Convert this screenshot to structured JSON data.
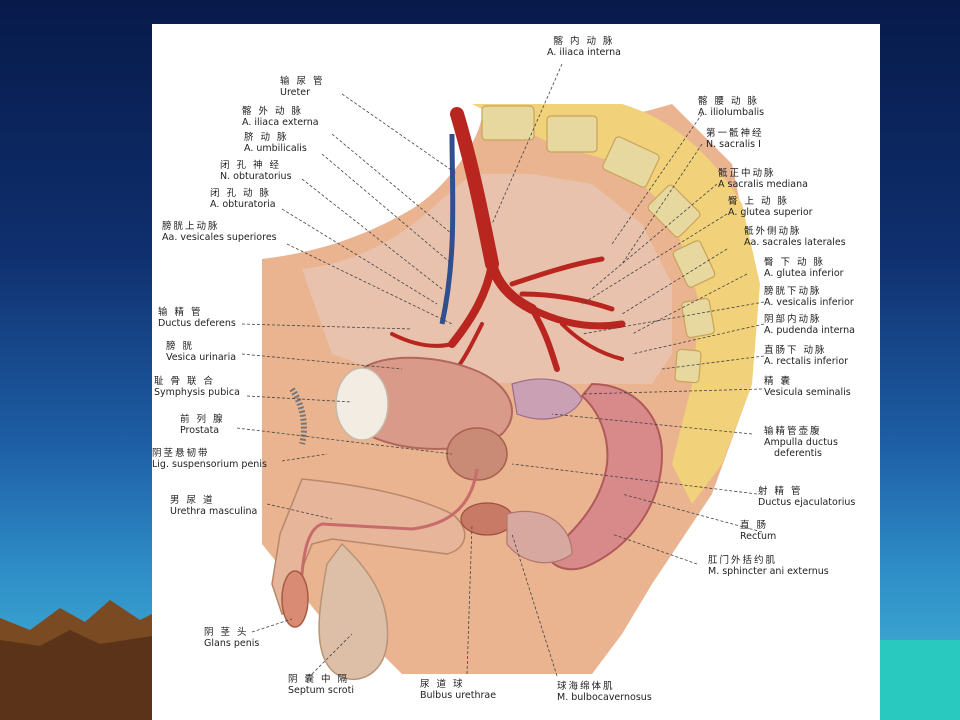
{
  "labels": {
    "iliaca_interna": {
      "cn": "髂 内 动 脉",
      "la": "A. iliaca interna"
    },
    "ureter": {
      "cn": "输 尿 管",
      "la": "Ureter"
    },
    "iliaca_externa": {
      "cn": "髂 外 动 脉",
      "la": "A. iliaca externa"
    },
    "umbilicalis": {
      "cn": "脐 动 脉",
      "la": "A. umbilicalis"
    },
    "n_obturatorius": {
      "cn": "闭 孔 神 经",
      "la": "N. obturatorius"
    },
    "a_obturatoria": {
      "cn": "闭 孔 动 脉",
      "la": "A. obturatoria"
    },
    "vesicales_sup": {
      "cn": "膀胱上动脉",
      "la": "Aa. vesicales superiores"
    },
    "ductus_deferens": {
      "cn": "输 精 管",
      "la": "Ductus deferens"
    },
    "vesica": {
      "cn": "膀 胱",
      "la": "Vesica urinaria"
    },
    "symphysis": {
      "cn": "耻 骨 联 合",
      "la": "Symphysis pubica"
    },
    "prostata": {
      "cn": "前 列 腺",
      "la": "Prostata"
    },
    "lig_susp": {
      "cn": "阴茎悬韧带",
      "la": "Lig. suspensorium penis"
    },
    "urethra": {
      "cn": "男 尿 道",
      "la": "Urethra masculina"
    },
    "glans": {
      "cn": "阴 茎 头",
      "la": "Glans penis"
    },
    "septum": {
      "cn": "阴 囊 中 隔",
      "la": "Septum scroti"
    },
    "bulbus": {
      "cn": "尿 道 球",
      "la": "Bulbus urethrae"
    },
    "bulbocav": {
      "cn": "球海绵体肌",
      "la": "M. bulbocavernosus"
    },
    "iliolumbalis": {
      "cn": "髂 腰 动 脉",
      "la": "A. iliolumbalis"
    },
    "n_sacralis": {
      "cn": "第一骶神经",
      "la": "N. sacralis Ⅰ"
    },
    "sacralis_med": {
      "cn": "骶正中动脉",
      "la": "A  sacralis mediana"
    },
    "glutea_sup": {
      "cn": "臀 上 动 脉",
      "la": "A. glutea superior"
    },
    "sacrales_lat": {
      "cn": "骶外侧动脉",
      "la": "Aa. sacrales laterales"
    },
    "glutea_inf": {
      "cn": "臀 下 动 脉",
      "la": "A. glutea inferior"
    },
    "vesicalis_inf": {
      "cn": "膀胱下动脉",
      "la": "A. vesicalis inferior"
    },
    "pudenda": {
      "cn": "阴部内动脉",
      "la": "A. pudenda interna"
    },
    "rectalis_inf": {
      "cn": "直肠下 动脉",
      "la": "A. rectalis inferior"
    },
    "vesicula": {
      "cn": "精 囊",
      "la": "Vesicula seminalis"
    },
    "ampulla": {
      "cn": "输精管壶腹",
      "la": "Ampulla ductus",
      "la2": "deferentis"
    },
    "ejaculatorius": {
      "cn": "射 精 管",
      "la": "Ductus ejaculatorius"
    },
    "rectum": {
      "cn": "直 肠",
      "la": "Rectum"
    },
    "sphincter": {
      "cn": "肛门外括约肌",
      "la": "M. sphincter ani externus"
    }
  }
}
